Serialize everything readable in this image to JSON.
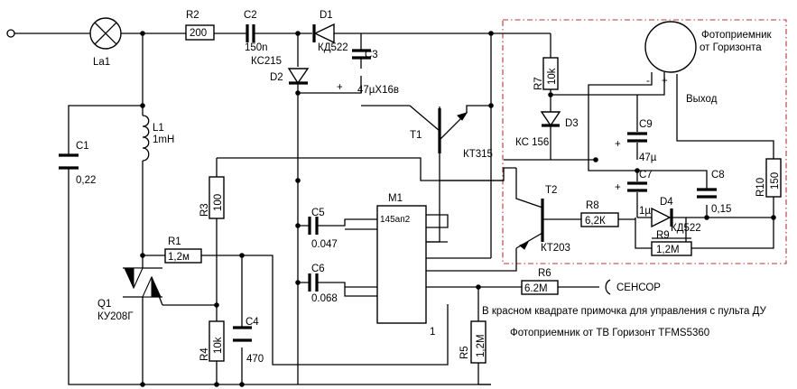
{
  "colors": {
    "wire": "#000000",
    "frame": "#b83434",
    "background": "#ffffff"
  },
  "components": {
    "la1": {
      "ref": "La1"
    },
    "r2": {
      "ref": "R2",
      "value": "200"
    },
    "c2": {
      "ref": "C2",
      "value": "150n"
    },
    "d1": {
      "ref": "D1",
      "part": "КД522"
    },
    "d2": {
      "ref": "D2",
      "part": "КС215"
    },
    "c3": {
      "ref": "C3",
      "value": "47µX16в"
    },
    "l1": {
      "ref": "L1",
      "value": "1mH"
    },
    "c1": {
      "ref": "C1",
      "value": "0,22"
    },
    "r3": {
      "ref": "R3",
      "value": "100"
    },
    "r1": {
      "ref": "R1",
      "value": "1,2м"
    },
    "q1": {
      "ref": "Q1",
      "part": "КУ208Г"
    },
    "r4": {
      "ref": "R4",
      "value": "10k"
    },
    "c4": {
      "ref": "C4",
      "value": "470"
    },
    "t1": {
      "ref": "T1",
      "part": "КТ315"
    },
    "m1": {
      "ref": "M1",
      "part": "145ап2",
      "pin": "1"
    },
    "c5": {
      "ref": "C5",
      "value": "0.047"
    },
    "c6": {
      "ref": "C6",
      "value": "0.068"
    },
    "r5": {
      "ref": "R5",
      "value": "1,2М"
    },
    "r6": {
      "ref": "R6",
      "value": "6.2М"
    },
    "sensor": {
      "label": "СЕНСОР"
    },
    "r7": {
      "ref": "R7",
      "value": "10k"
    },
    "d3": {
      "ref": "D3",
      "part": "КС 156"
    },
    "c9": {
      "ref": "C9",
      "value": "47µ"
    },
    "c7": {
      "ref": "C7",
      "value": "1µ"
    },
    "c8": {
      "ref": "C8",
      "value": "0,15"
    },
    "d4": {
      "ref": "D4",
      "part": "КД522"
    },
    "r10": {
      "ref": "R10",
      "value": "150"
    },
    "r8": {
      "ref": "R8",
      "value": "6,2К"
    },
    "r9": {
      "ref": "R9",
      "value": "1,2М"
    },
    "t2": {
      "ref": "T2",
      "part": "КТ203"
    },
    "photo": {
      "title_line1": "Фотоприемник",
      "title_line2": "от Горизонта",
      "minus": "-",
      "plus": "+",
      "output": "Выход"
    }
  },
  "polarity": {
    "plus": "+"
  },
  "notes": {
    "line1": "В красном квадрате примочка для управления с пульта ДУ",
    "line2": "Фотоприемник от ТВ Горизонт  TFMS5360"
  }
}
